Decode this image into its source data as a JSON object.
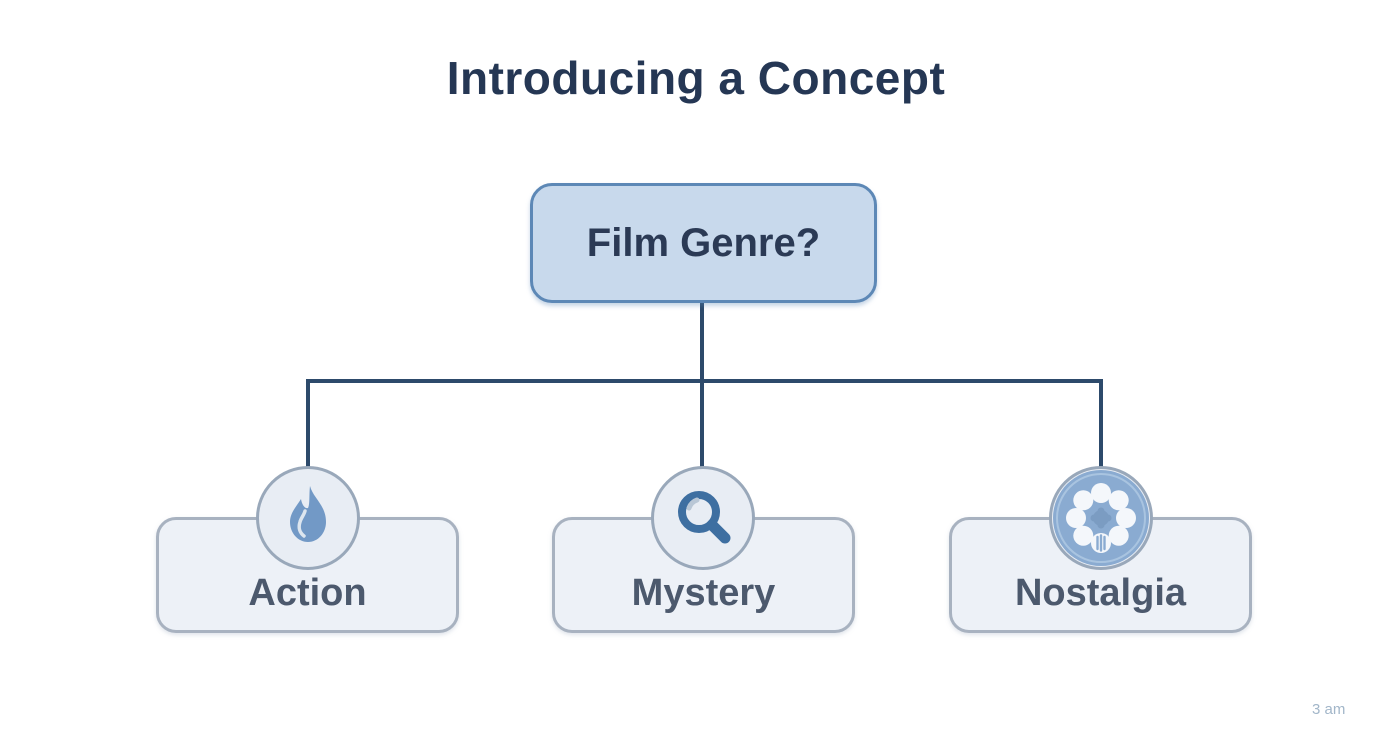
{
  "page": {
    "title": "Introducing a Concept",
    "timestamp": "3 am"
  },
  "diagram": {
    "type": "tree",
    "root": {
      "label": "Film Genre?"
    },
    "children": [
      {
        "label": "Action",
        "icon": "flame-icon"
      },
      {
        "label": "Mystery",
        "icon": "magnifying-glass-icon"
      },
      {
        "label": "Nostalgia",
        "icon": "film-reel-icon"
      }
    ],
    "colors": {
      "title_text": "#253754",
      "root_fill": "#c8d9ec",
      "root_border": "#5d88b6",
      "root_text": "#2b3a55",
      "child_fill": "#edf1f7",
      "child_border": "#a8b2c0",
      "child_text": "#4c596d",
      "connector": "#2d4a6b",
      "icon_circle_fill": "#e8edf4",
      "icon_circle_border": "#99a8ba",
      "flame_blue": "#7299c6",
      "magnifier_blue": "#3e6fa1",
      "reel_fill": "#8aabd1",
      "reel_hub": "#7b9cc2",
      "timestamp_text": "#a2b6c9"
    }
  }
}
